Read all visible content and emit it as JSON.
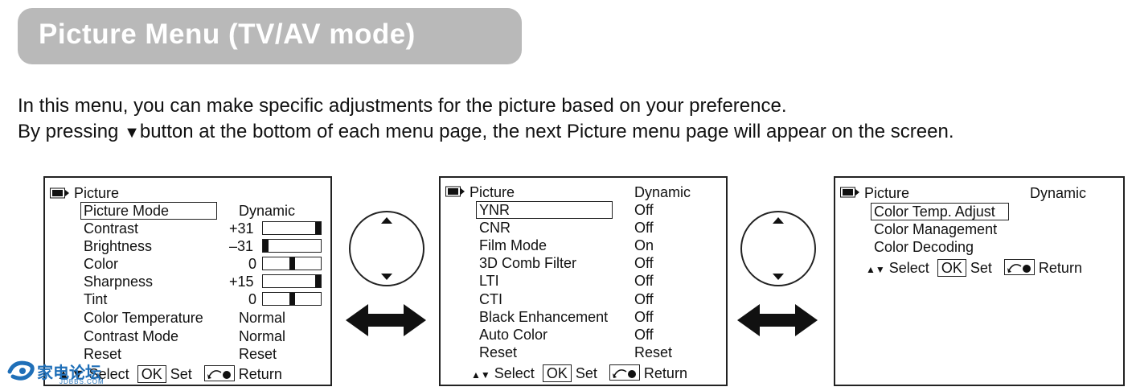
{
  "banner": {
    "title": "Picture Menu (TV/AV mode)"
  },
  "intro": {
    "line1": "In this menu, you can make specific adjustments for the picture based on your preference.",
    "line2_pre": "By pressing ",
    "line2_symbol": "▼",
    "line2_post": "button at the bottom of each menu page, the next Picture menu page will appear on the screen."
  },
  "panel1": {
    "header": "Picture",
    "items": [
      {
        "label": "Picture Mode",
        "value": "Dynamic"
      },
      {
        "label": "Contrast",
        "value": "+31",
        "level": 1.0
      },
      {
        "label": "Brightness",
        "value": "–31",
        "level": 0.0
      },
      {
        "label": "Color",
        "value": "0",
        "level": 0.5
      },
      {
        "label": "Sharpness",
        "value": "+15",
        "level": 1.0
      },
      {
        "label": "Tint",
        "value": "0",
        "level": 0.5
      },
      {
        "label": "Color Temperature",
        "value": "Normal"
      },
      {
        "label": "Contrast Mode",
        "value": "Normal"
      },
      {
        "label": "Reset",
        "value": "Reset"
      }
    ],
    "footer": {
      "select": "Select",
      "ok": "OK",
      "set": "Set",
      "return": "Return"
    }
  },
  "panel2": {
    "header": "Picture",
    "header_value": "Dynamic",
    "items": [
      {
        "label": "YNR",
        "value": "Off"
      },
      {
        "label": "CNR",
        "value": "Off"
      },
      {
        "label": "Film Mode",
        "value": "On"
      },
      {
        "label": "3D Comb Filter",
        "value": "Off"
      },
      {
        "label": "LTI",
        "value": "Off"
      },
      {
        "label": "CTI",
        "value": "Off"
      },
      {
        "label": "Black Enhancement",
        "value": "Off"
      },
      {
        "label": "Auto Color",
        "value": "Off"
      },
      {
        "label": "Reset",
        "value": "Reset"
      }
    ],
    "footer": {
      "select": "Select",
      "ok": "OK",
      "set": "Set",
      "return": "Return"
    }
  },
  "panel3": {
    "header": "Picture",
    "header_value": "Dynamic",
    "items": [
      {
        "label": "Color Temp. Adjust"
      },
      {
        "label": "Color Management"
      },
      {
        "label": "Color Decoding"
      }
    ],
    "footer": {
      "select": "Select",
      "ok": "OK",
      "set": "Set",
      "return": "Return"
    }
  },
  "watermark": {
    "text": "家电论坛",
    "sub": "JDBBS.COM"
  }
}
